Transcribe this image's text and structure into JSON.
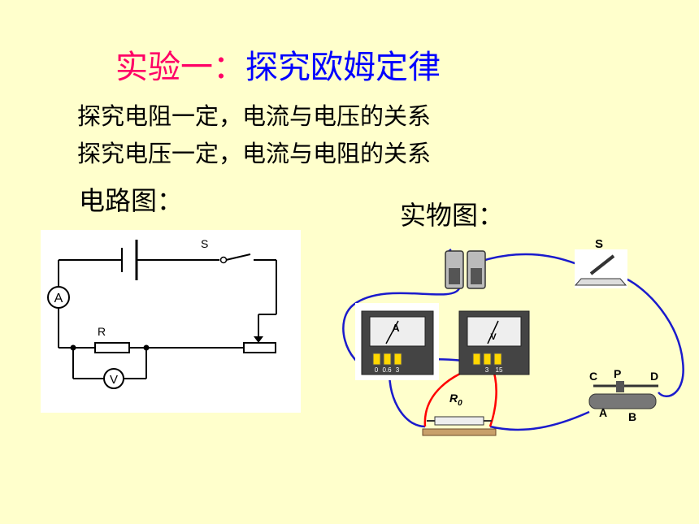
{
  "title": {
    "part1": "实验一：",
    "part2": "探究欧姆定律"
  },
  "lines": [
    "探究电阻一定，电流与电压的关系",
    "探究电压一定，电流与电阻的关系"
  ],
  "labels": {
    "circuit": "电路图：",
    "physical": "实物图："
  },
  "schematic": {
    "switch": "S",
    "resistor": "R",
    "ammeter": "A",
    "voltmeter": "V"
  },
  "physical": {
    "switch": "S",
    "ammeter": "A",
    "ammeter_terminals": [
      "0",
      "0.6",
      "3"
    ],
    "voltmeter": "V",
    "voltmeter_terminals": [
      "3",
      "15"
    ],
    "resistor": "R",
    "resistor_sub": "0",
    "rheostat": {
      "c": "C",
      "p": "P",
      "d": "D",
      "a": "A",
      "b": "B"
    }
  },
  "colors": {
    "title_accent": "#ff0066",
    "title_main": "#0000ff",
    "wire_blue": "#1a1acc",
    "wire_red": "#ff0000",
    "background": "#ffffcc"
  }
}
